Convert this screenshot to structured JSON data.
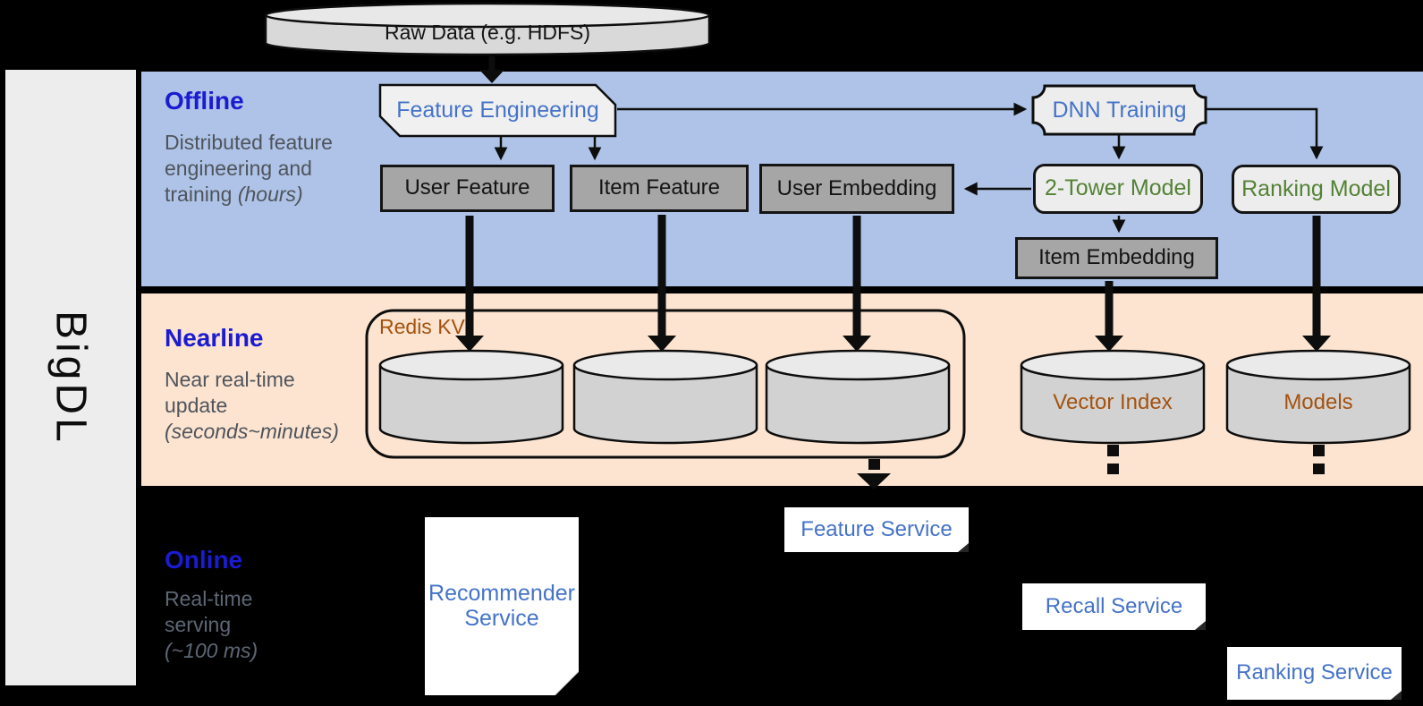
{
  "brand": {
    "label": "BigDL"
  },
  "datasource": {
    "label": "Raw Data (e.g. HDFS)"
  },
  "sections": {
    "offline": {
      "title": "Offline",
      "subtitle": "Distributed feature engineering and training",
      "subtitle_italic": "(hours)"
    },
    "nearline": {
      "title": "Nearline",
      "subtitle": "Near real-time update",
      "subtitle_italic": "(seconds~minutes)"
    },
    "online": {
      "title": "Online",
      "subtitle": "Real-time serving",
      "subtitle_italic": "(~100 ms)"
    }
  },
  "offline_nodes": {
    "feature_engineering": "Feature Engineering",
    "dnn_training": "DNN Training",
    "user_feature": "User Feature",
    "item_feature": "Item Feature",
    "user_embedding": "User Embedding",
    "two_tower_model": "2-Tower Model",
    "ranking_model": "Ranking Model",
    "item_embedding": "Item Embedding"
  },
  "nearline_nodes": {
    "redis_kv": "Redis KV",
    "vector_index": "Vector Index",
    "models": "Models"
  },
  "online_nodes": {
    "recommender_service": "Recommender Service",
    "feature_service": "Feature Service",
    "recall_service": "Recall Service",
    "ranking_service": "Ranking Service"
  },
  "colors": {
    "background": "#000000",
    "offline_band": "#aec3e7",
    "nearline_band": "#fce4d1",
    "sidebar_gray": "#ededed",
    "header_blue": "#1b1bd1",
    "node_label_blue": "#4573c8",
    "model_green": "#538235",
    "storage_brown": "#a4520e",
    "gray_node_fill": "#a6a6a6",
    "light_node_fill": "#ededed",
    "cylinder_fill": "#d2d2d2"
  }
}
